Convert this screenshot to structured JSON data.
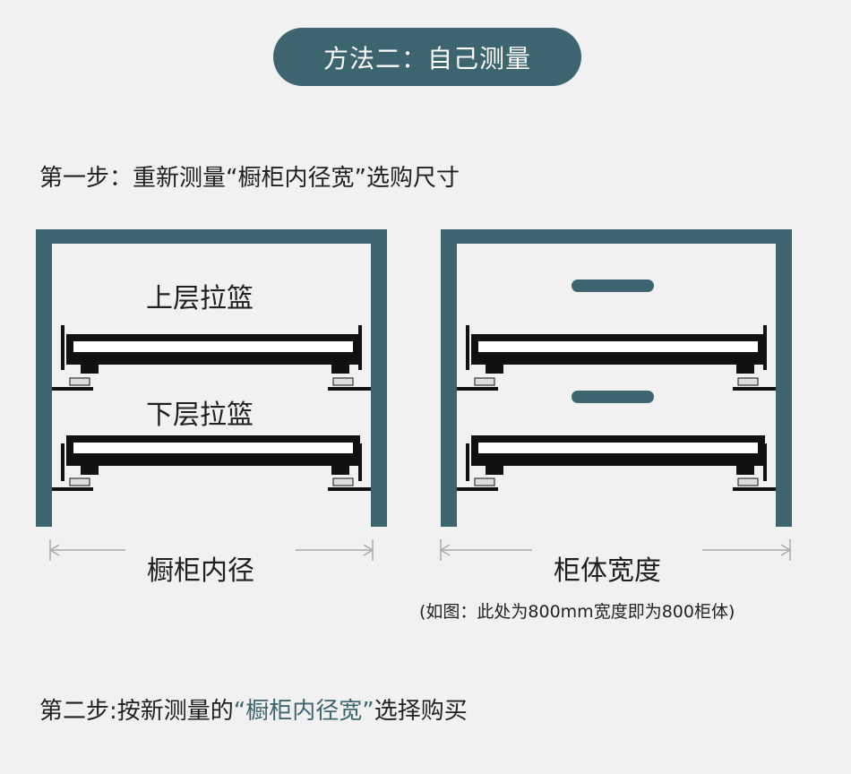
{
  "header": {
    "title": "方法二：自己测量"
  },
  "step1": {
    "text": "第一步：重新测量“橱柜内径宽”选购尺寸"
  },
  "left_diagram": {
    "upper_label": "上层拉篮",
    "lower_label": "下层拉篮",
    "measure_label": "橱柜内径"
  },
  "right_diagram": {
    "measure_label": "柜体宽度",
    "note": "(如图：此处为800mm宽度即为800柜体)"
  },
  "step2": {
    "prefix": "第二步:按新测量的",
    "highlight": "“橱柜内径宽”",
    "suffix": "选择购买"
  },
  "colors": {
    "accent": "#3d6570",
    "background": "#f1f1f1",
    "basket": "#111111"
  }
}
